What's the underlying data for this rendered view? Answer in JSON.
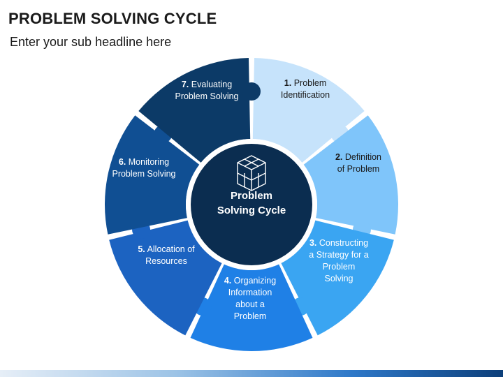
{
  "header": {
    "title": "PROBLEM SOLVING CYCLE",
    "subtitle": "Enter your sub headline here"
  },
  "center": {
    "icon": "cube-icon",
    "line1": "Problem",
    "line2": "Solving Cycle",
    "color": "#0b2d50"
  },
  "segments": [
    {
      "num": "1.",
      "label": "Problem Identification",
      "lines": [
        "Problem",
        "Identification"
      ],
      "color": "#c6e3fb",
      "text_color": "#1a1a1a"
    },
    {
      "num": "2.",
      "label": "Definition of Problem",
      "lines": [
        "Definition",
        "of Problem"
      ],
      "color": "#7fc5fa",
      "text_color": "#1a1a1a"
    },
    {
      "num": "3.",
      "label": "Constructing a Strategy for a Problem Solving",
      "lines": [
        "Constructing",
        "a Strategy for a",
        "Problem",
        "Solving"
      ],
      "color": "#3aa5f2",
      "text_color": "#ffffff"
    },
    {
      "num": "4.",
      "label": "Organizing Information about a Problem",
      "lines": [
        "Organizing",
        "Information",
        "about a",
        "Problem"
      ],
      "color": "#1f80e6",
      "text_color": "#ffffff"
    },
    {
      "num": "5.",
      "label": "Allocation of Resources",
      "lines": [
        "Allocation of",
        "Resources"
      ],
      "color": "#1c63c1",
      "text_color": "#ffffff"
    },
    {
      "num": "6.",
      "label": "Monitoring Problem Solving",
      "lines": [
        "Monitoring",
        "Problem Solving"
      ],
      "color": "#104f93",
      "text_color": "#ffffff"
    },
    {
      "num": "7.",
      "label": "Evaluating Problem Solving",
      "lines": [
        "Evaluating",
        "Problem Solving"
      ],
      "color": "#0c3a67",
      "text_color": "#ffffff"
    }
  ]
}
